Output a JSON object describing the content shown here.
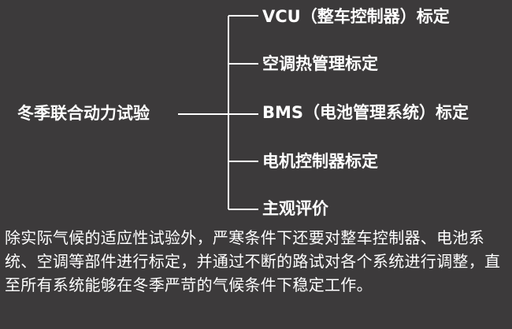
{
  "diagram": {
    "root": "冬季联合动力试验",
    "branches": [
      "VCU（整车控制器）标定",
      "空调热管理标定",
      "BMS（电池管理系统）标定",
      "电机控制器标定",
      "主观评价"
    ],
    "line_color": "#ffffff",
    "background_color": "#3c3a3b"
  },
  "description": "除实际气候的适应性试验外，严寒条件下还要对整车控制器、电池系统、空调等部件进行标定，并通过不断的路试对各个系统进行调整，直至所有系统能够在冬季严苛的气候条件下稳定工作。"
}
